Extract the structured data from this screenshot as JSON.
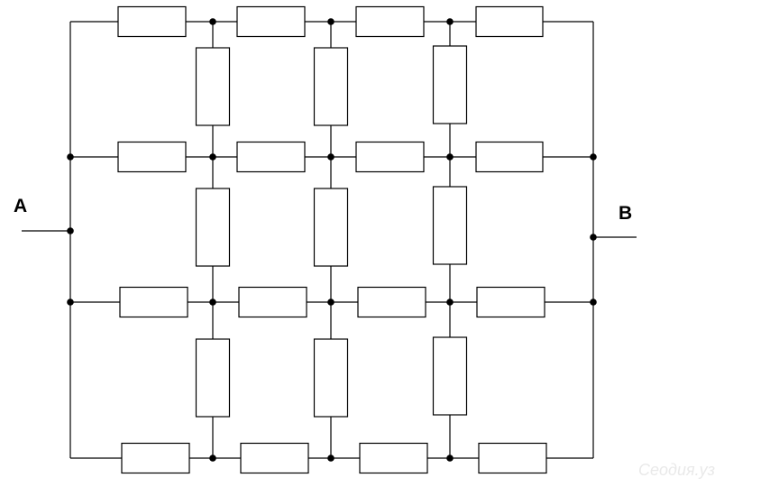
{
  "diagram": {
    "title": "",
    "terminal_a": "A",
    "terminal_b": "B",
    "watermark": "Сеодия.уз",
    "component_type": "resistor",
    "grid": {
      "rows": 4,
      "horizontal_per_row": 4,
      "vertical_per_gap": 3
    },
    "colors": {
      "line": "#000000",
      "background": "#ffffff"
    }
  }
}
